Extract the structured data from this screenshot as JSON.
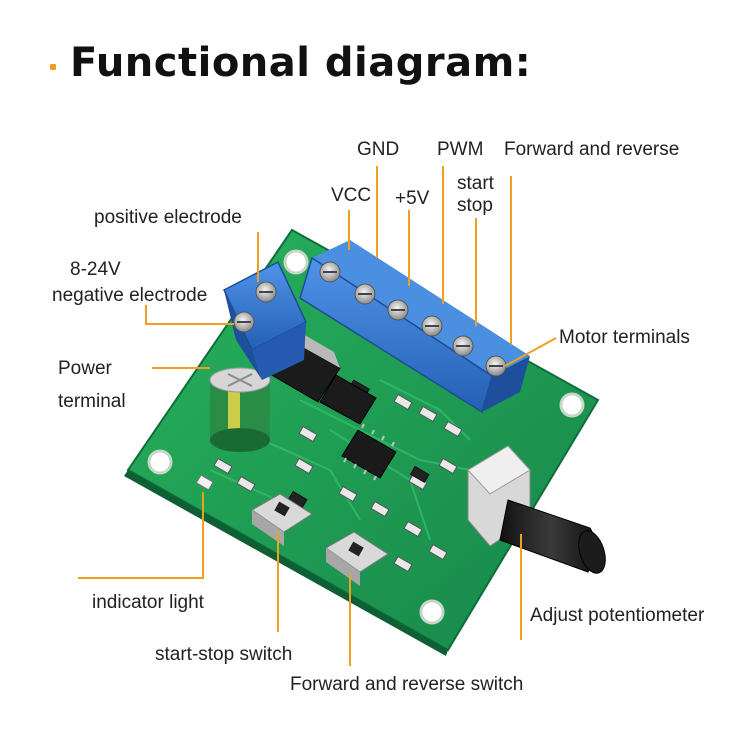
{
  "title": "Functional diagram:",
  "colors": {
    "accent": "#f0a020",
    "board": "#1f9a4e",
    "terminal": "#2f73c9",
    "leader_line": "#f0a020"
  },
  "labels": {
    "gnd": "GND",
    "pwm": "PWM",
    "forward_reverse": "Forward and reverse",
    "vcc": "VCC",
    "plus5v": "+5V",
    "start": "start",
    "stop": "stop",
    "positive_electrode": "positive electrode",
    "voltage_range": "8-24V",
    "negative_electrode": "negative electrode",
    "motor_terminals": "Motor terminals",
    "power": "Power",
    "terminal": "terminal",
    "indicator_light": "indicator light",
    "adjust_potentiometer": "Adjust potentiometer",
    "start_stop_switch": "start-stop switch",
    "forward_reverse_switch": "Forward and reverse switch"
  }
}
